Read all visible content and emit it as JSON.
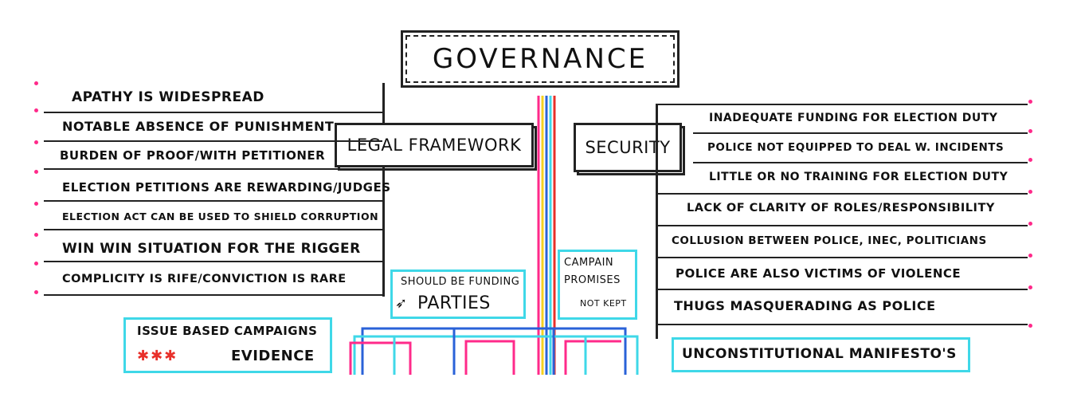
{
  "title": "GOVERNANCE",
  "left_category": "LEGAL FRAMEWORK",
  "right_category": "SECURITY",
  "left_items": [
    "APATHY IS WIDESPREAD",
    "NOTABLE ABSENCE of PUNISHMENT",
    "BURDEN OF PROOF/WITH PETITIONER",
    "ELECTION PETITIONS ARE REWARDING/JUDGES",
    "ELECTION ACT CAN BE USED TO SHIELD CORRUPTION",
    "WIN WIN SITUATION for THE RIGGER",
    "COMPLICITY IS RIFE/CONVICTION IS RARE"
  ],
  "right_items": [
    "INADEQUATE FUNDING for ELECTION DUTY",
    "POLICE NOT EQUIPPED TO DEAL W. INCIDENTS",
    "LITTLE or NO TRAINING for ELECTION DUTY",
    "LACK of CLARITY of ROLES/RESPONSIBILITY",
    "COLLUSION BETWEEN POLICE, INEC, POLITICIANS",
    "POLICE ARE ALSO VICTIMS of VIOLENCE",
    "THUGS MASQUERADING AS POLICE"
  ],
  "funding_box": {
    "line1": "SHOULD BE FUNDING",
    "line2": "PARTIES"
  },
  "campaign_box": {
    "line1": "CAMPAIN",
    "line2": "PROMISES",
    "line3": "NOT KEPT"
  },
  "issue_box": {
    "line1": "ISSUE BASED CAMPAIGNS",
    "stars": "✱✱✱",
    "line2": "EVIDENCE"
  },
  "manifesto_box": "UNCONSTITUTIONAL MANIFESTO'S",
  "colors": {
    "ink": "#222222",
    "cyan": "#3fd8e8",
    "magenta": "#ff2a8a",
    "red": "#e8302a",
    "blue": "#2a62d8",
    "yellow": "#f5d020"
  }
}
